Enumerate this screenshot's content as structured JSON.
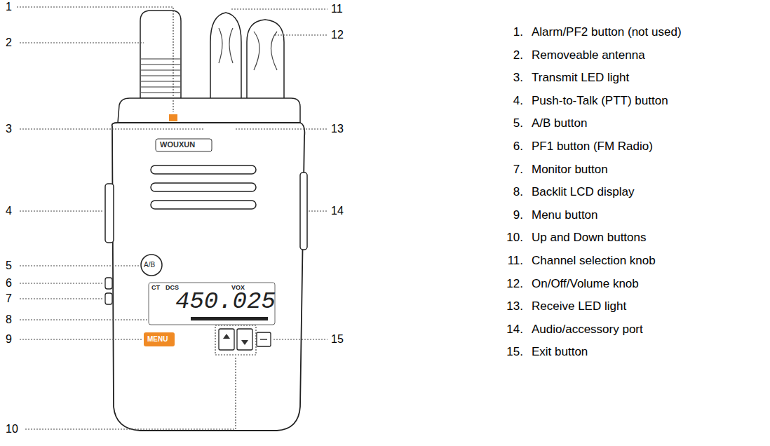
{
  "diagram": {
    "labels": [
      "1",
      "2",
      "3",
      "4",
      "5",
      "6",
      "7",
      "8",
      "9",
      "10",
      "11",
      "12",
      "13",
      "14",
      "15",
      "1.",
      "Alarm/PF2 button (not used)",
      "2.",
      "Removeable antenna",
      "3.",
      "Transmit LED light",
      "4.",
      "Push-to-Talk (PTT) button",
      "5.",
      "A/B button",
      "6.",
      "PF1 button (FM Radio)",
      "7.",
      "Monitor button",
      "8.",
      "Backlit LCD display",
      "9.",
      "Menu button",
      "10.",
      "Up and Down buttons",
      "11.",
      "Channel selection knob",
      "12.",
      "On/Off/Volume knob",
      "13.",
      "Receive LED light",
      "14.",
      "Audio/accessory port",
      "15.",
      "Exit button",
      "WOUXUN",
      "450.025",
      "A/B",
      "MENU",
      "CT",
      "DCS",
      "VOX"
    ]
  }
}
